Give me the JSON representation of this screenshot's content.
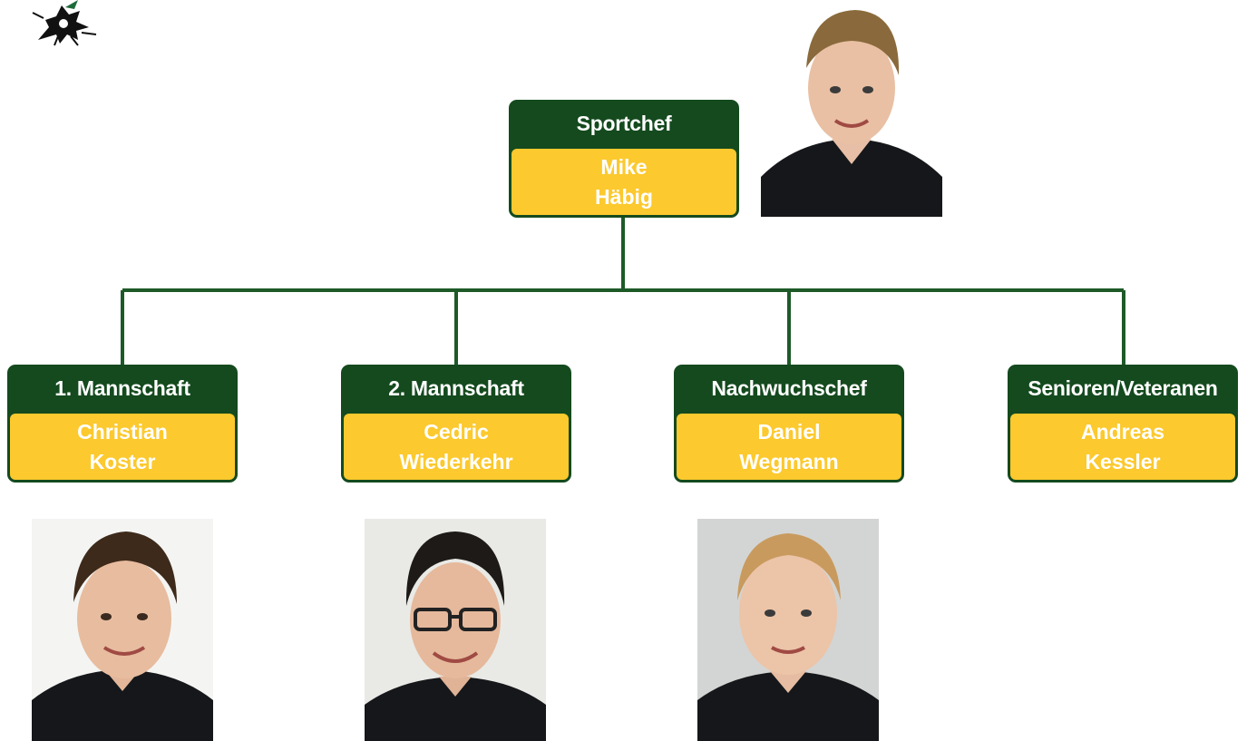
{
  "head": {
    "role": "Sportchef",
    "first": "Mike",
    "last": "Häbig"
  },
  "teams": [
    {
      "role": "1. Mannschaft",
      "first": "Christian",
      "last": "Koster"
    },
    {
      "role": "2. Mannschaft",
      "first": "Cedric",
      "last": "Wiederkehr"
    },
    {
      "role": "Nachwuchschef",
      "first": "Daniel",
      "last": "Wegmann"
    },
    {
      "role": "Senioren/Veteranen",
      "first": "Andreas",
      "last": "Kessler"
    }
  ],
  "colors": {
    "header_green": "#144a1e",
    "name_yellow": "#fcc92e",
    "line_green": "#1e5a28"
  }
}
